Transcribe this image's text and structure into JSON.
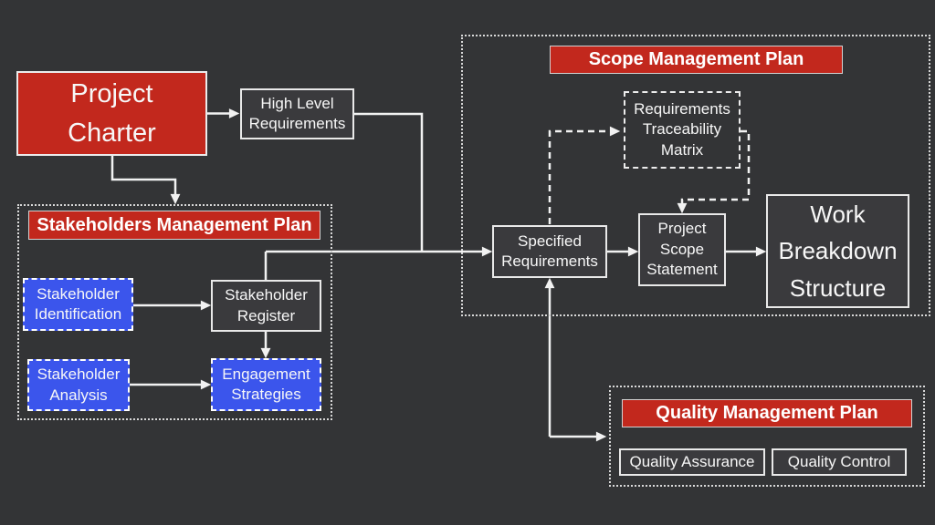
{
  "colors": {
    "background": "#333436",
    "accent_red": "#c2281d",
    "accent_blue": "#3b55ec",
    "box_fill": "#3a3a3d",
    "line_white": "#f2f2f2"
  },
  "diagram": {
    "nodes": {
      "project_charter": "Project Charter",
      "high_level_requirements": "High Level Requirements",
      "stakeholder_identification": "Stakeholder Identification",
      "stakeholder_register": "Stakeholder Register",
      "stakeholder_analysis": "Stakeholder Analysis",
      "engagement_strategies": "Engagement Strategies",
      "requirements_traceability_matrix": "Requirements Traceability Matrix",
      "specified_requirements": "Specified Requirements",
      "project_scope_statement": "Project Scope Statement",
      "work_breakdown_structure": "Work Breakdown Structure",
      "quality_assurance": "Quality Assurance",
      "quality_control": "Quality Control"
    },
    "plans": {
      "stakeholders": "Stakeholders Management Plan",
      "scope": "Scope Management Plan",
      "quality": "Quality Management Plan"
    },
    "edges": [
      {
        "from": "project_charter",
        "to": "high_level_requirements",
        "style": "solid-arrow"
      },
      {
        "from": "project_charter",
        "to": "stakeholders_plan",
        "style": "solid-arrow"
      },
      {
        "from": "high_level_requirements",
        "to": "specified_requirements",
        "style": "solid-arrow"
      },
      {
        "from": "high_level_requirements",
        "to": "stakeholder_register",
        "style": "solid-line"
      },
      {
        "from": "stakeholder_identification",
        "to": "stakeholder_register",
        "style": "solid-arrow"
      },
      {
        "from": "stakeholder_register",
        "to": "engagement_strategies",
        "style": "solid-arrow"
      },
      {
        "from": "stakeholder_analysis",
        "to": "engagement_strategies",
        "style": "solid-arrow"
      },
      {
        "from": "specified_requirements",
        "to": "requirements_traceability_matrix",
        "style": "dashed-arrow"
      },
      {
        "from": "requirements_traceability_matrix",
        "to": "project_scope_statement",
        "style": "dashed-arrow"
      },
      {
        "from": "specified_requirements",
        "to": "project_scope_statement",
        "style": "solid-arrow"
      },
      {
        "from": "project_scope_statement",
        "to": "work_breakdown_structure",
        "style": "solid-arrow"
      },
      {
        "from": "quality_plan",
        "to": "specified_requirements",
        "style": "solid-arrow"
      },
      {
        "from": "specified_requirements_branch",
        "to": "quality_plan",
        "style": "solid-arrow"
      }
    ]
  }
}
